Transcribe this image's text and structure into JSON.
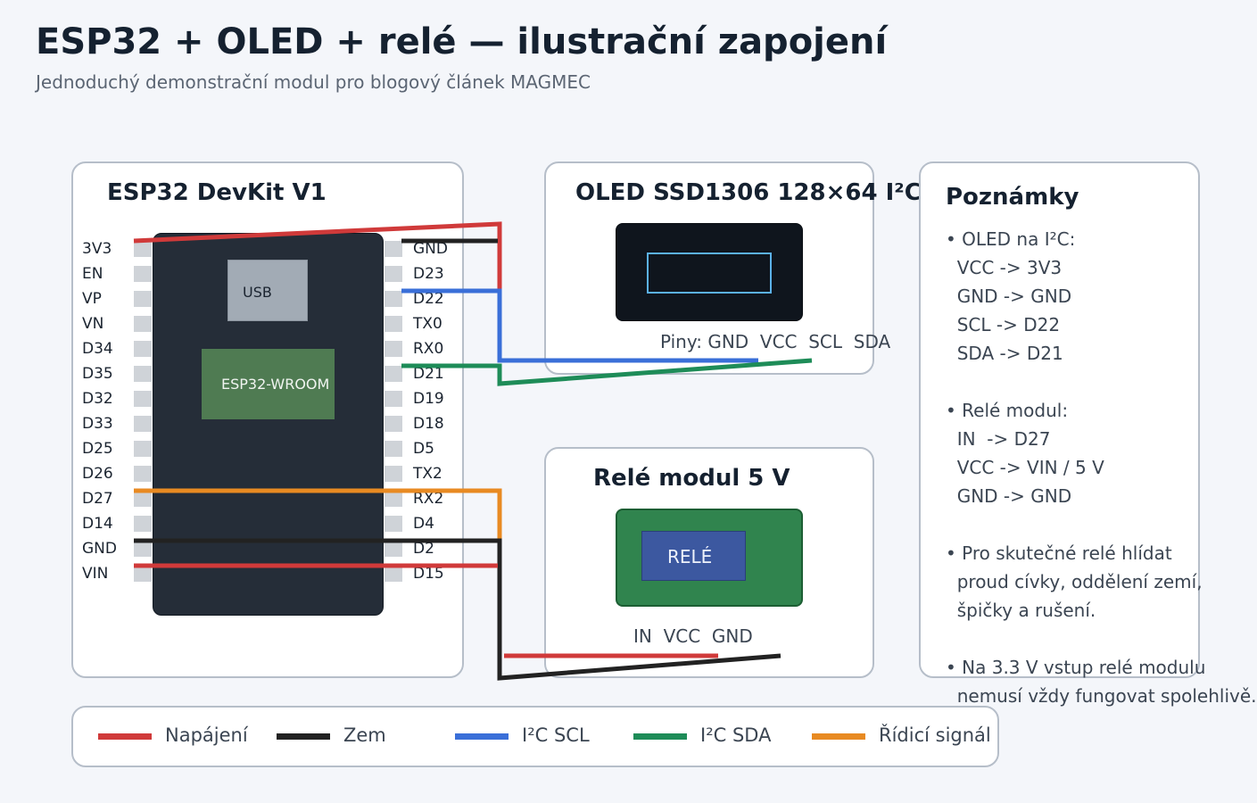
{
  "title": "ESP32 + OLED + relé — ilustrační zapojení",
  "subtitle": "Jednoduchý demonstrační modul pro blogový článek MAGMEC",
  "esp32": {
    "title": "ESP32 DevKit V1",
    "usb_label": "USB",
    "module_label": "ESP32-WROOM",
    "left_pins": [
      "3V3",
      "EN",
      "VP",
      "VN",
      "D34",
      "D35",
      "D32",
      "D33",
      "D25",
      "D26",
      "D27",
      "D14",
      "GND",
      "VIN"
    ],
    "right_pins": [
      "GND",
      "D23",
      "D22",
      "TX0",
      "RX0",
      "D21",
      "D19",
      "D18",
      "D5",
      "TX2",
      "RX2",
      "D4",
      "D2",
      "D15"
    ]
  },
  "oled": {
    "title": "OLED SSD1306 128×64 I²C",
    "pins_text": "Piny: GND  VCC  SCL  SDA"
  },
  "relay": {
    "title": "Relé modul 5 V",
    "block_label": "RELÉ",
    "pins_text": "IN  VCC  GND"
  },
  "notes": {
    "title": "Poznámky",
    "lines": [
      "• OLED na I²C:",
      "  VCC -> 3V3",
      "  GND -> GND",
      "  SCL -> D22",
      "  SDA -> D21",
      "",
      "• Relé modul:",
      "  IN  -> D27",
      "  VCC -> VIN / 5 V",
      "  GND -> GND",
      "",
      "• Pro skutečné relé hlídat",
      "  proud cívky, oddělení zemí,",
      "  špičky a rušení.",
      "",
      "• Na 3.3 V vstup relé modulu",
      "  nemusí vždy fungovat spolehlivě."
    ]
  },
  "legend": [
    {
      "label": "Napájení",
      "color": "#d03a3a"
    },
    {
      "label": "Zem",
      "color": "#222222"
    },
    {
      "label": "I²C SCL",
      "color": "#3a6fd8"
    },
    {
      "label": "I²C SDA",
      "color": "#1e8c58"
    },
    {
      "label": "Řídicí signál",
      "color": "#e88a22"
    }
  ],
  "colors": {
    "power": "#d03a3a",
    "ground": "#222222",
    "scl": "#3a6fd8",
    "sda": "#1e8c58",
    "control": "#e88a22"
  }
}
